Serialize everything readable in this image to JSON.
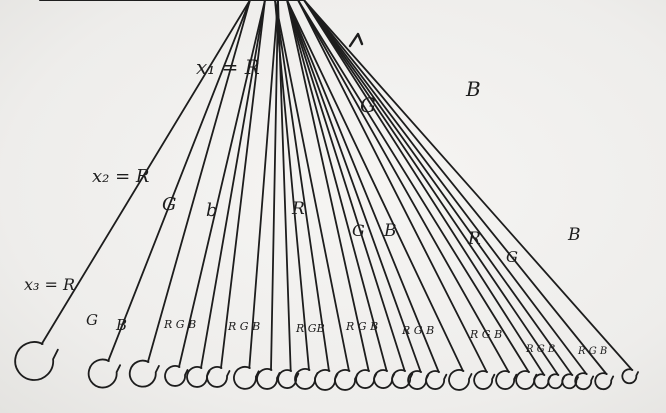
{
  "labels": {
    "root_edge_r": "x₁ = R",
    "root_edge_g": "G",
    "root_edge_b": "B",
    "l1_edge_r": "x₂ = R",
    "l1_edge_g": "G",
    "l1_edge_b": "b",
    "l2_edge_r": "x₃ = R",
    "l2_edge_g": "G",
    "l2_edge_b": "B",
    "g_edge_r": "R",
    "g_edge_g": "G",
    "g_edge_b": "B",
    "b_edge_r": "R",
    "b_edge_g": "G",
    "b_edge_b": "B"
  },
  "leaf_group_labels": [
    "R G B",
    "R G B",
    "R GB",
    "R G B",
    "R G B",
    "R G B",
    "R G B",
    "R G B"
  ],
  "ink_color": "#1d1d1d",
  "board_color": "#f1f0ee"
}
